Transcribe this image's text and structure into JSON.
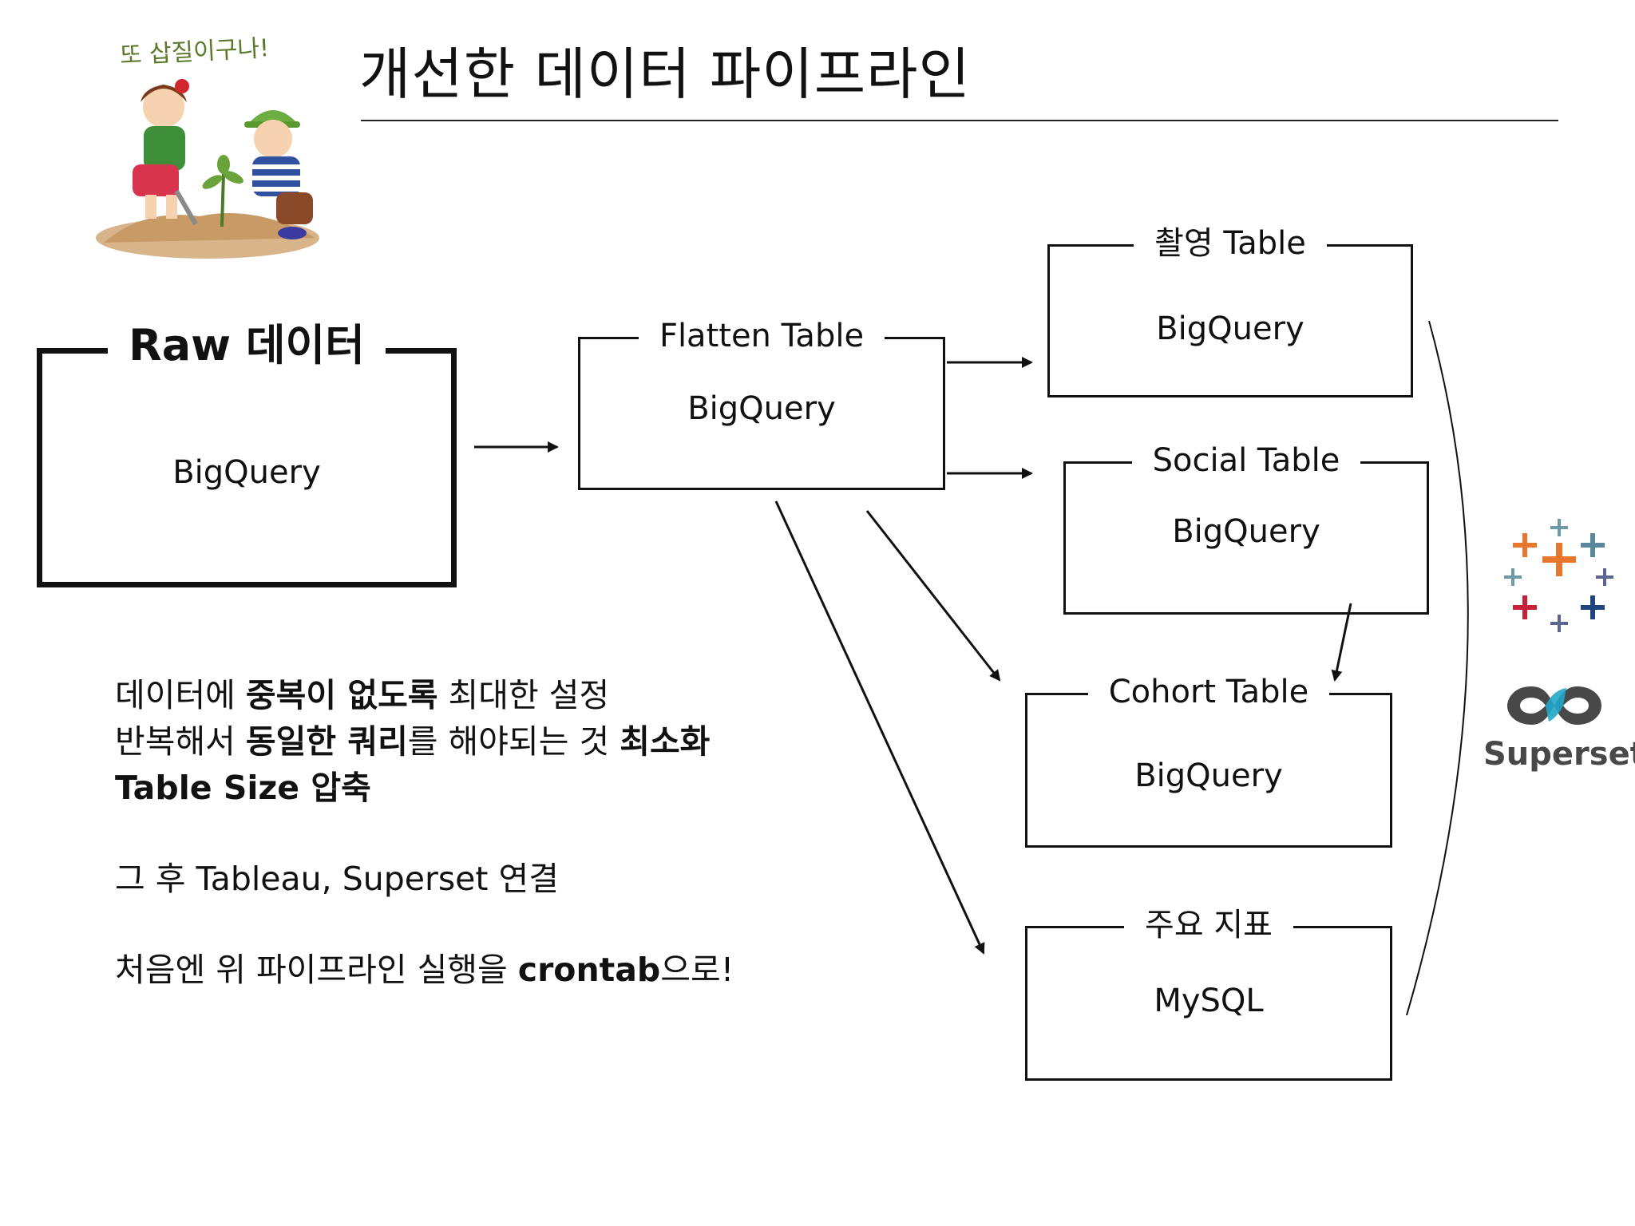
{
  "slide": {
    "title": "개선한 데이터 파이프라인",
    "cartoon_caption": "또 삽질이구나!"
  },
  "boxes": {
    "raw": {
      "label": "Raw 데이터",
      "db": "BigQuery"
    },
    "flatten": {
      "label": "Flatten Table",
      "db": "BigQuery"
    },
    "shoot": {
      "label": "촬영 Table",
      "db": "BigQuery"
    },
    "social": {
      "label": "Social Table",
      "db": "BigQuery"
    },
    "cohort": {
      "label": "Cohort Table",
      "db": "BigQuery"
    },
    "kpi": {
      "label": "주요 지표",
      "db": "MySQL"
    }
  },
  "notes": {
    "line1": {
      "t1": "데이터에 ",
      "b1": "중복이 없도록",
      "t2": " 최대한 설정"
    },
    "line2": {
      "t1": "반복해서 ",
      "b1": "동일한 쿼리",
      "t2": "를 해야되는 것 ",
      "b2": "최소화"
    },
    "line3": {
      "b1": "Table Size 압축"
    },
    "line4": {
      "t1": "그 후 Tableau, Superset 연결"
    },
    "line5": {
      "t1": "처음엔 위 파이프라인 실행을 ",
      "b1": "crontab",
      "t2": "으로!"
    }
  },
  "logos": {
    "tableau": {
      "icon": "tableau-logo-icon"
    },
    "superset": {
      "icon": "superset-logo-icon",
      "text": "Superset",
      "color": "#484848",
      "accent": "#20A7C9"
    }
  },
  "colors": {
    "tableau_orange": "#E8762D",
    "tableau_blue": "#1F457E",
    "tableau_red": "#C72037",
    "tableau_teal": "#59879B",
    "tableau_navy": "#5B6591"
  }
}
